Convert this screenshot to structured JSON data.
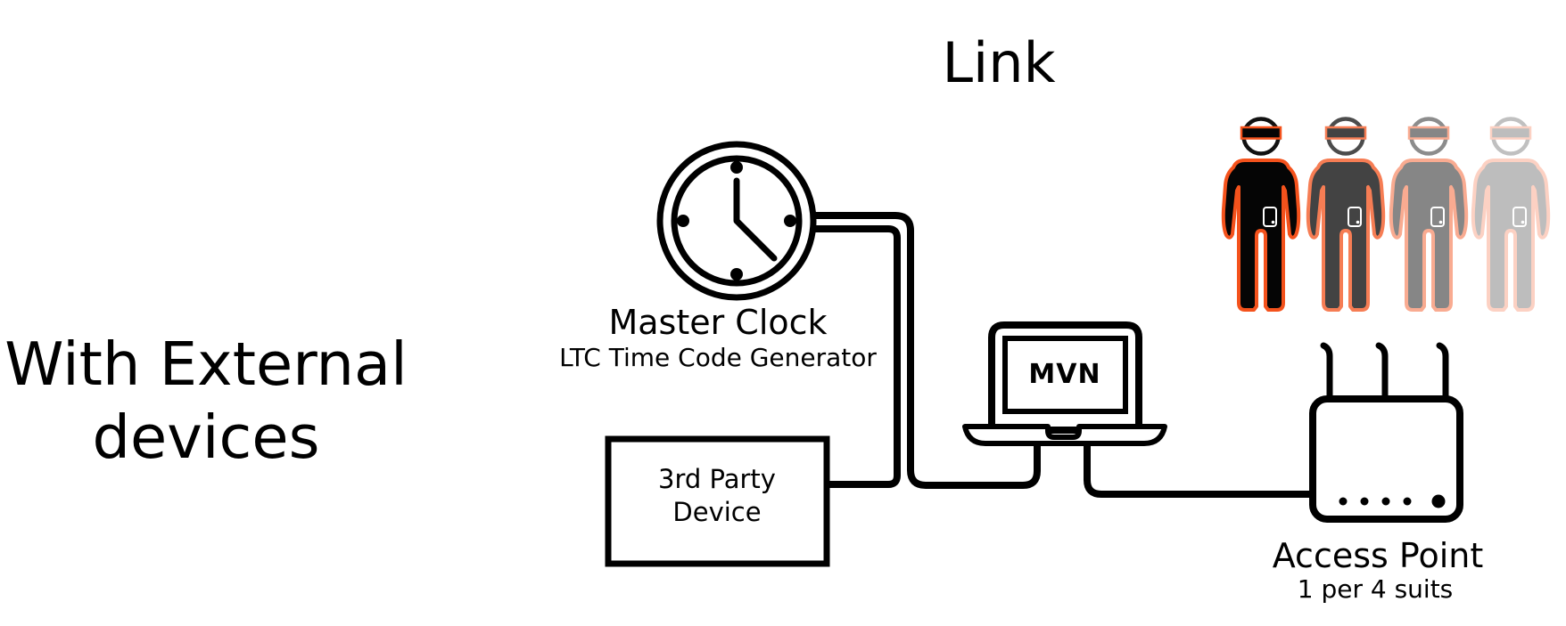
{
  "title": "Link",
  "side_label": {
    "line1": "With External",
    "line2": "devices"
  },
  "master_clock": {
    "label": "Master Clock",
    "sublabel": "LTC Time Code Generator"
  },
  "third_party_device": {
    "line1": "3rd Party",
    "line2": "Device"
  },
  "laptop": {
    "screen_label": "MVN"
  },
  "access_point": {
    "label": "Access Point",
    "sublabel": "1 per 4 suits"
  },
  "suits": {
    "count": 4,
    "accent_color": "#f4521c",
    "suit_color": "#000000",
    "fade_opacities": [
      1,
      0.75,
      0.48,
      0.26
    ]
  },
  "colors": {
    "line": "#000000",
    "background": "#ffffff",
    "accent_orange": "#f4521c"
  }
}
